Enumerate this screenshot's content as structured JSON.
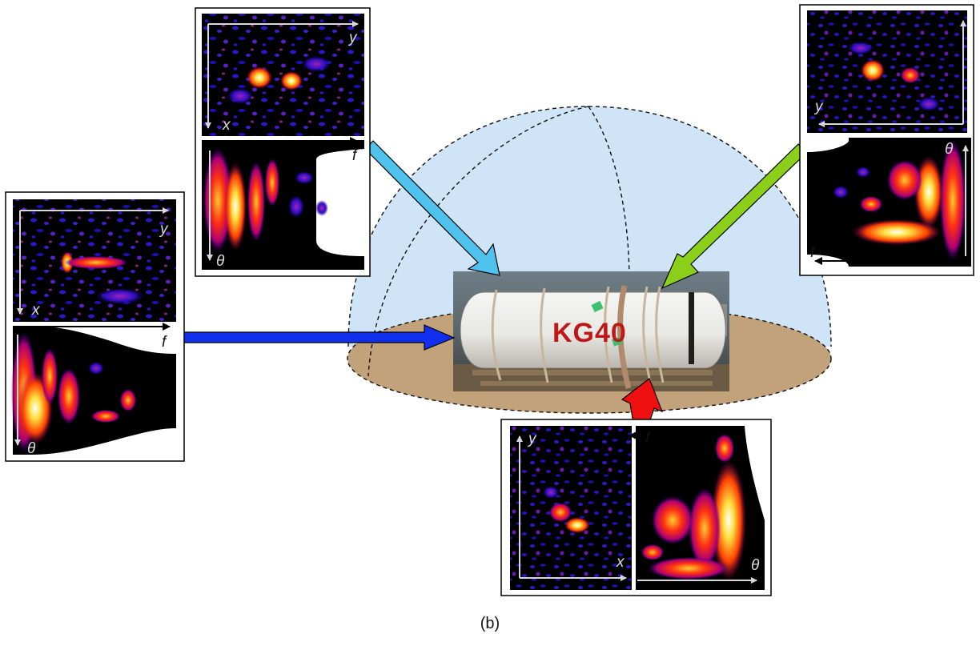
{
  "caption": "(b)",
  "object_label": "KG40",
  "panels": {
    "top_left": {
      "top_axes": {
        "horizontal": "y",
        "vertical": "x"
      },
      "bottom_axes": {
        "horizontal": "f",
        "vertical": "θ"
      },
      "arrow_color": "#4fc3ee"
    },
    "right": {
      "top_axes": {
        "horizontal": "y",
        "vertical": ""
      },
      "bottom_axes": {
        "horizontal": "f",
        "vertical": "θ"
      },
      "arrow_color": "#8ccf1a"
    },
    "left": {
      "top_axes": {
        "horizontal": "y",
        "vertical": "x"
      },
      "bottom_axes": {
        "horizontal": "f",
        "vertical": "θ"
      },
      "arrow_color": "#1030ee"
    },
    "bottom": {
      "left_axes": {
        "horizontal": "x",
        "vertical": "y"
      },
      "right_axes": {
        "horizontal": "θ",
        "vertical": "f"
      },
      "arrow_color": "#ee1010"
    }
  },
  "colors": {
    "dome": "#cfe5f7",
    "ground": "#c2a27a",
    "image_background": "#000000",
    "hot": "#ffd030",
    "cold": "#2a10c0"
  }
}
